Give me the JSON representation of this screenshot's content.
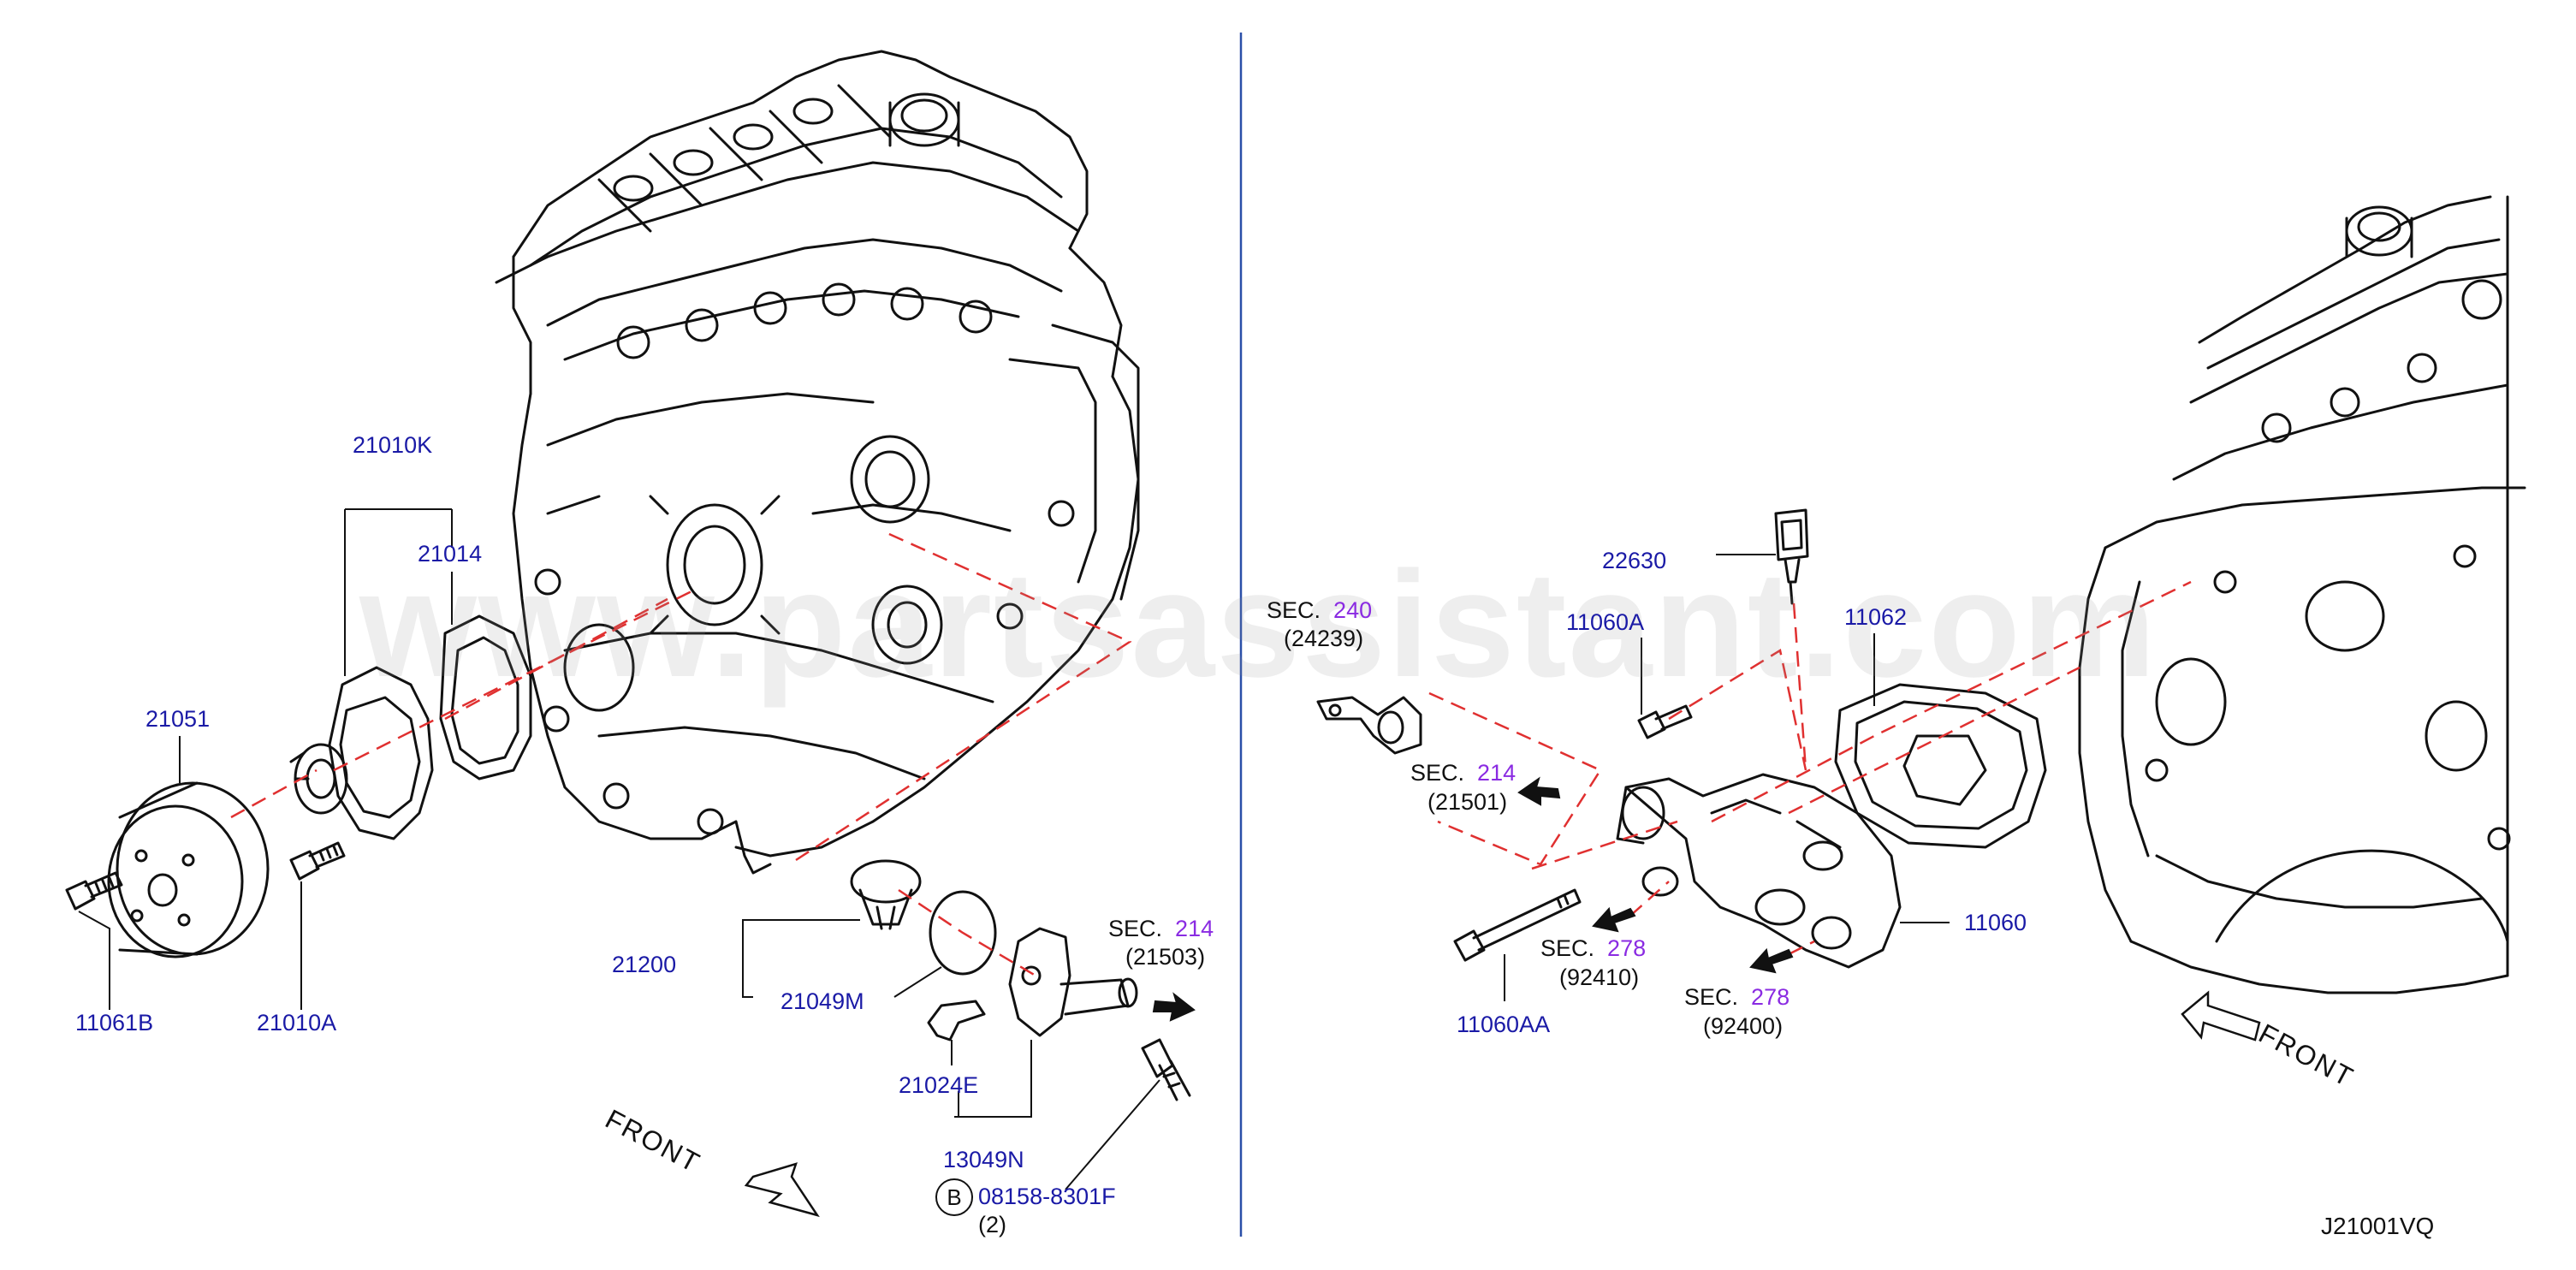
{
  "watermark": "www.partsassistant.com",
  "diagram_code": "J21001VQ",
  "parts": {
    "p21010K": "21010K",
    "p21014": "21014",
    "p21051": "21051",
    "p11061B": "11061B",
    "p21010A": "21010A",
    "p21200": "21200",
    "p21049M": "21049M",
    "p21024E": "21024E",
    "p13049N": "13049N",
    "p08158": "08158-8301F",
    "p08158_qty": "(2)",
    "p22630": "22630",
    "p11060A": "11060A",
    "p11062": "11062",
    "p11060": "11060",
    "p11060AA": "11060AA"
  },
  "bolt_marker": "B",
  "sections": {
    "s214a": {
      "prefix": "SEC.",
      "num": "214",
      "ref": "(21503)"
    },
    "s240": {
      "prefix": "SEC.",
      "num": "240",
      "ref": "(24239)"
    },
    "s214b": {
      "prefix": "SEC.",
      "num": "214",
      "ref": "(21501)"
    },
    "s278a": {
      "prefix": "SEC.",
      "num": "278",
      "ref": "(92410)"
    },
    "s278b": {
      "prefix": "SEC.",
      "num": "278",
      "ref": "(92400)"
    }
  },
  "front_labels": {
    "left": "FRONT",
    "right": "FRONT"
  },
  "colors": {
    "part_number": "#1a1aa6",
    "section_number": "#8a2be2",
    "divider": "#2a4fa8",
    "dashed_leader": "#e03030",
    "line_art": "#111111"
  }
}
